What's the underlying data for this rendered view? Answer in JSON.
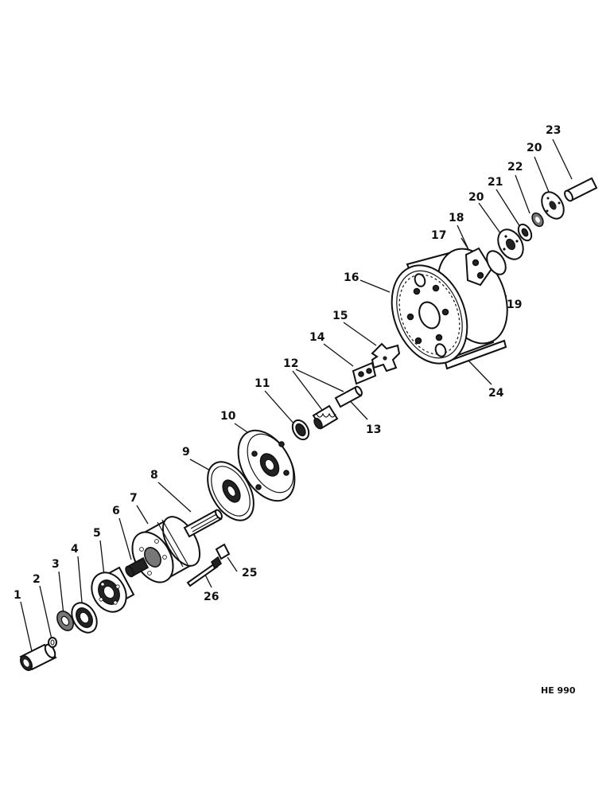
{
  "diagram": {
    "reference_code": "HE 990",
    "labels": [
      "1",
      "2",
      "3",
      "4",
      "5",
      "6",
      "7",
      "8",
      "9",
      "10",
      "11",
      "12",
      "13",
      "14",
      "15",
      "16",
      "17",
      "18",
      "19",
      "20",
      "20",
      "21",
      "22",
      "23",
      "24",
      "25",
      "26"
    ]
  }
}
